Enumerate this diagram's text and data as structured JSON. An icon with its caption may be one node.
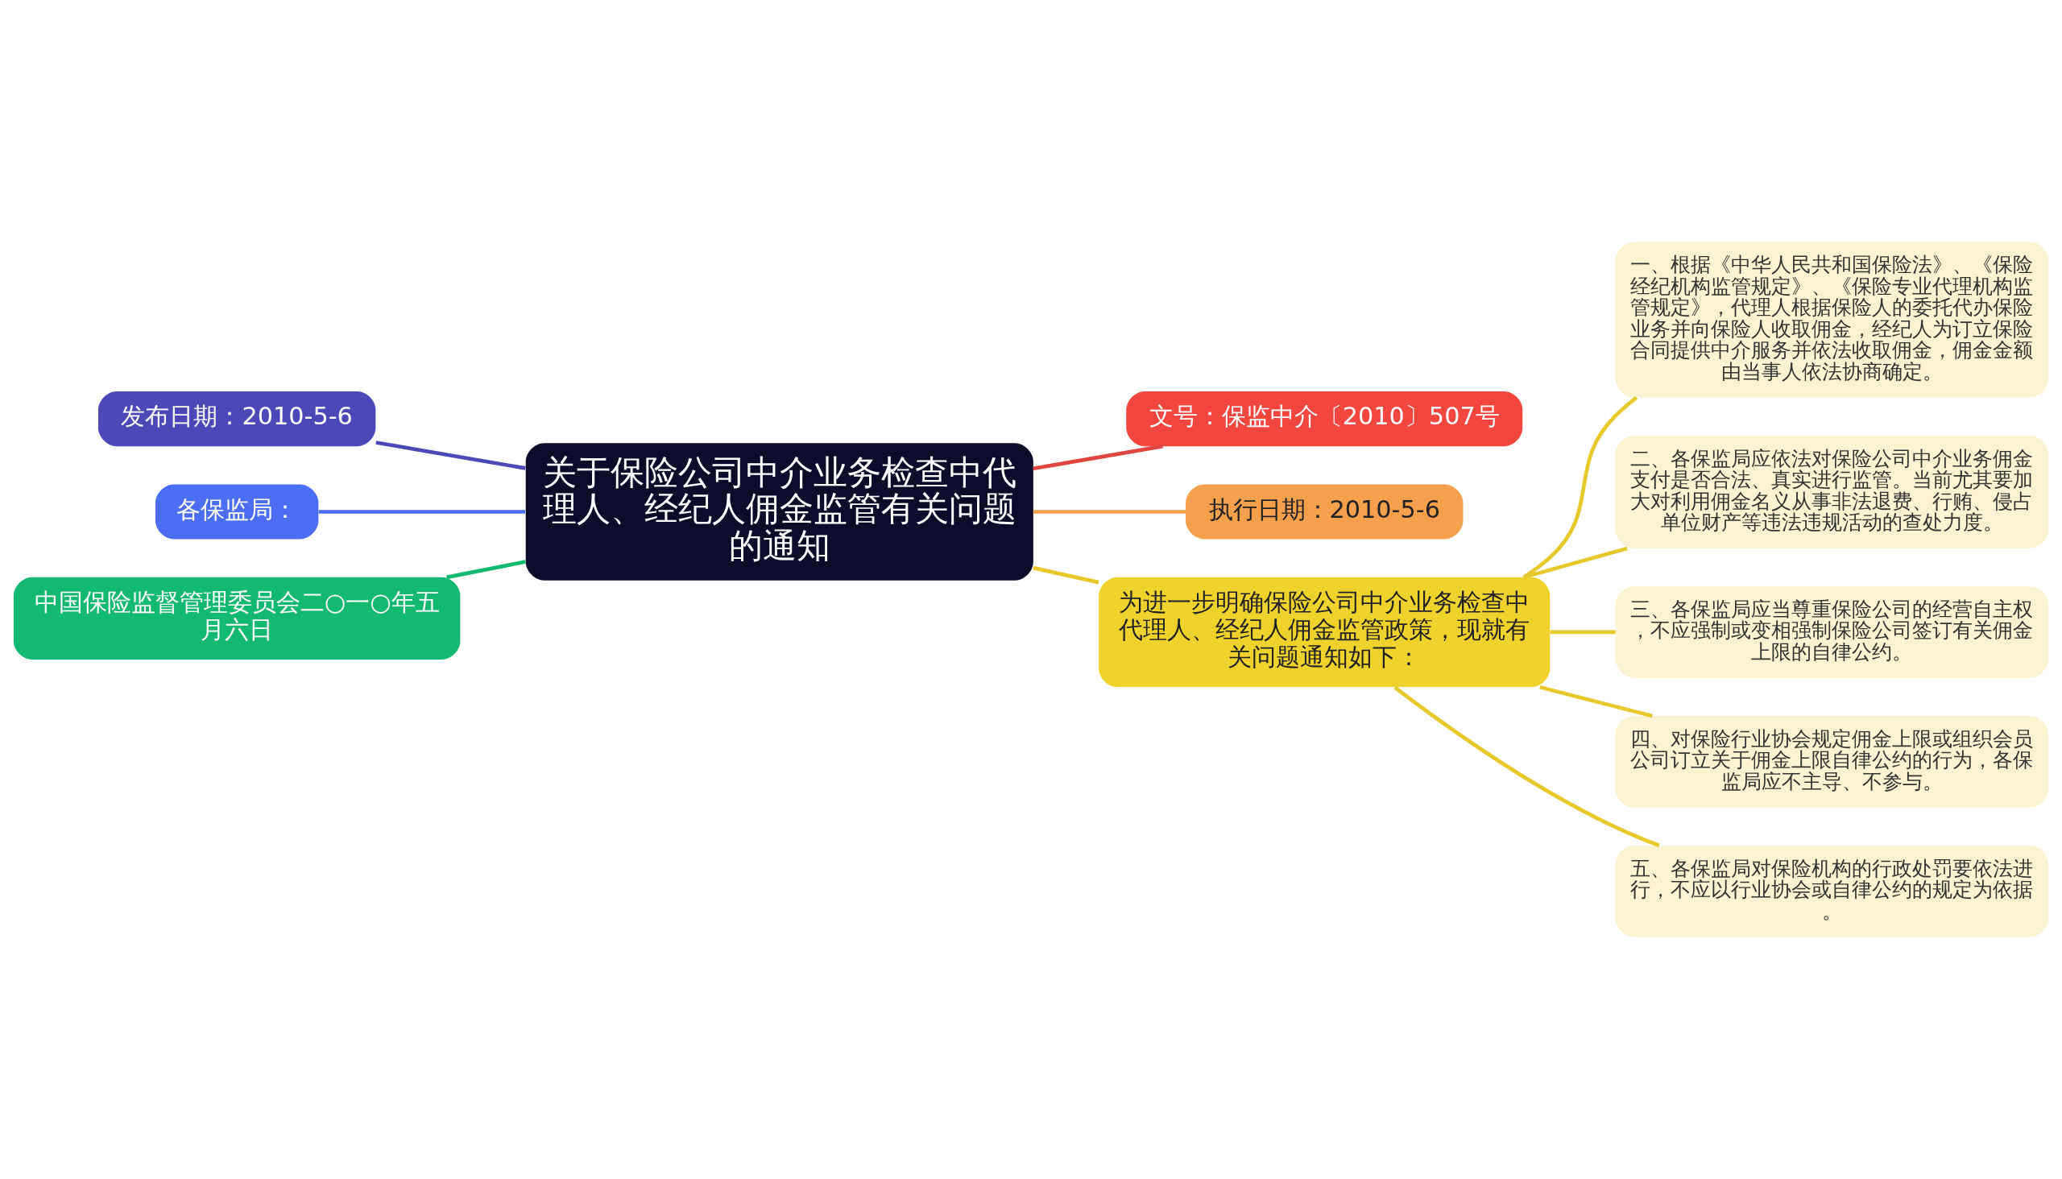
{
  "diagram": {
    "nodes": [
      {
        "text": [
          "关于保险公司中介业务检查中代理人、经纪人佣金监管有关问题的通知"
        ]
      },
      {
        "text": [
          "发布日期：2010-5-6"
        ]
      },
      {
        "text": [
          "各保监局："
        ]
      },
      {
        "text": [
          "中国保险监督管理委员会二○一○年五月六日"
        ]
      },
      {
        "text": [
          "文号：保监中介〔2010〕507号"
        ]
      },
      {
        "text": [
          "执行日期：2010-5-6"
        ]
      },
      {
        "text": [
          "为进一步明确保险公司中介业务检查中代理人、经纪人佣金监管政策，现就有关问题通知如下："
        ]
      },
      {
        "text": [
          "一、根据《中华人民共和国保险法》、《保险经纪机构监管规定》、《保险专业代理机构监管规定》，代理人根据保险人的委托代办保险业务并向保险人收取佣金，经纪人为订立保险合同提供中介服务并依法收取佣金，佣金金额由当事人依法协商确定。"
        ]
      },
      {
        "text": [
          "二、各保监局应依法对保险公司中介业务佣金支付是否合法、真实进行监管。当前尤其要加大对利用佣金名义从事非法退费、行贿、侵占单位财产等违法违规活动的查处力度。"
        ]
      },
      {
        "text": [
          "三、各保监局应当尊重保险公司的经营自主权，不应强制或变相强制保险公司签订有关佣金上限的自律公约。"
        ]
      },
      {
        "text": [
          "四、对保险行业协会规定佣金上限或组织会员公司订立关于佣金上限自律公约的行为，各保监局应不主导、不参与。"
        ]
      },
      {
        "text": [
          "五、各保监局对保险机构的行政处罚要依法进行，不应以行业协会或自律公约的规定为依据。"
        ]
      }
    ],
    "edges": [
      {
        "from": 1,
        "to": 0,
        "arrow": "none",
        "color": "#4b49b8"
      },
      {
        "from": 2,
        "to": 0,
        "arrow": "none",
        "color": "#4c6ef5"
      },
      {
        "from": 3,
        "to": 0,
        "arrow": "none",
        "color": "#13b96f"
      },
      {
        "from": 0,
        "to": 4,
        "arrow": "none",
        "color": "#e0463f"
      },
      {
        "from": 0,
        "to": 5,
        "arrow": "none",
        "color": "#f5a04c"
      },
      {
        "from": 0,
        "to": 6,
        "arrow": "none"
      },
      {
        "from": 6,
        "to": 7,
        "arrow": "none"
      },
      {
        "from": 6,
        "to": 8,
        "arrow": "none"
      },
      {
        "from": 6,
        "to": 9,
        "arrow": "none"
      },
      {
        "from": 6,
        "to": 10,
        "arrow": "none"
      },
      {
        "from": 6,
        "to": 11,
        "arrow": "none"
      }
    ]
  }
}
